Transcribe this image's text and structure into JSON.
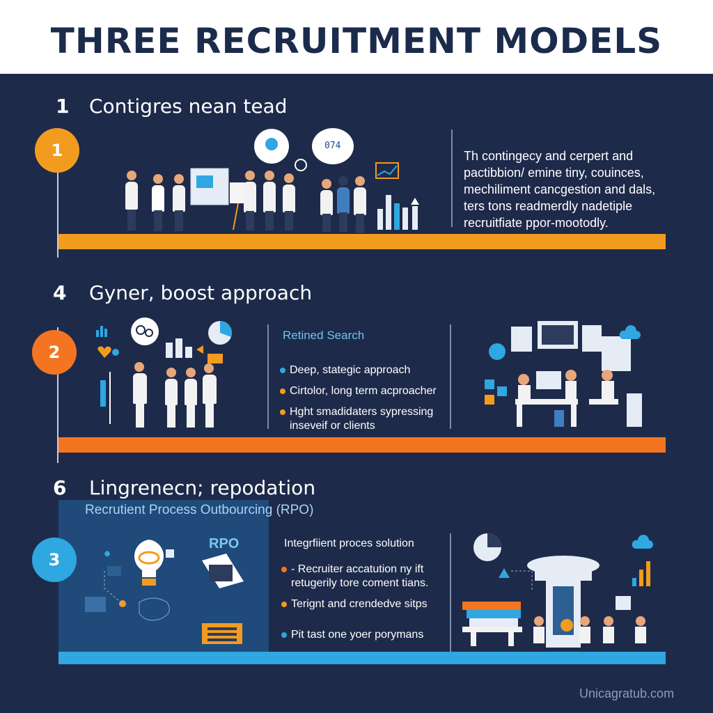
{
  "title": "THREE RECRUITMENT MODELS",
  "watermark": "Unicagratub.com",
  "colors": {
    "background": "#1e2a4a",
    "title": "#1b2b4c",
    "orange": "#f29c1f",
    "orange_red": "#f37521",
    "blue": "#2fa7e0",
    "accent_text": "#6fc3ef"
  },
  "sections": [
    {
      "number": "1",
      "heading": "Contigres nean tead",
      "circle_label": "1",
      "bubble_text": "074",
      "description_lines": [
        "Th contingecy and cerpert and",
        "pactibbion/ emine tiny, couinces,",
        "mechiliment cancgestion and dals,",
        "ters tons readmerdly nadetiple",
        "recruitfiate ppor-mootodly."
      ]
    },
    {
      "number": "4",
      "heading": "Gyner, boost approach",
      "circle_label": "2",
      "column_title": "Retined Search",
      "bullets": [
        {
          "text": "Deep, stategic approach",
          "color": "#2fa7e0"
        },
        {
          "text": "Cirtolor, long term acproacher",
          "color": "#f29c1f"
        },
        {
          "text": "Hght smadidaters sypressing inseveif or clients",
          "color": "#f29c1f"
        }
      ]
    },
    {
      "number": "6",
      "heading": "Lingrenecn; repodation",
      "subheading": "Recrutient Process Outbourcing (RPO)",
      "circle_label": "3",
      "panel_label": "RPO",
      "column_title": "Integrfiient proces solution",
      "bullets": [
        {
          "text": "- Recruiter accatution ny ift retugerily tore coment tians.",
          "color": "#f37521"
        },
        {
          "text": "Terignt and crendedve sitps",
          "color": "#f29c1f"
        },
        {
          "text": "Pit tast one yoer porymans",
          "color": "#2fa7e0"
        }
      ]
    }
  ]
}
